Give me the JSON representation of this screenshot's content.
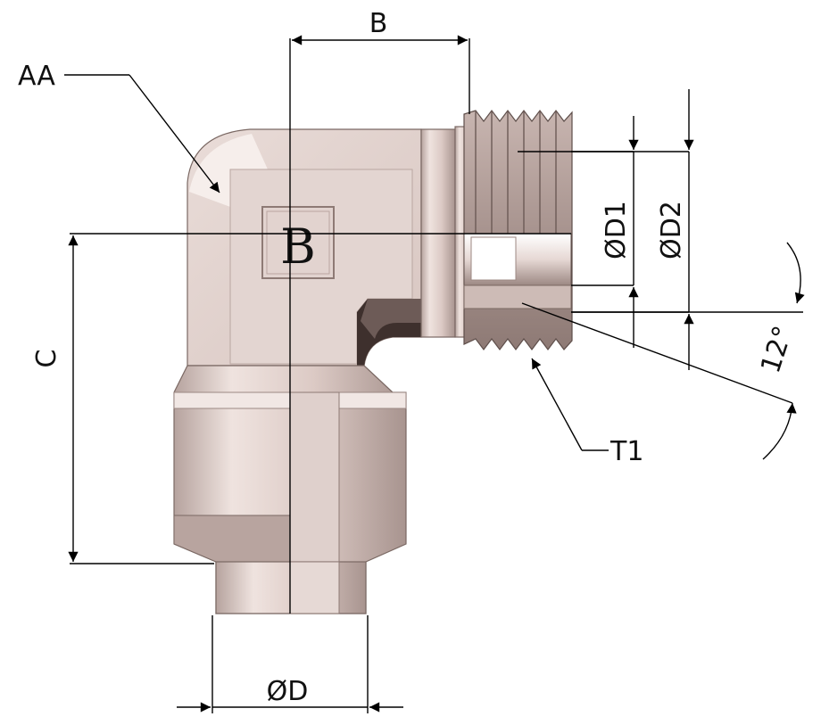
{
  "labels": {
    "aa": "AA",
    "b_top": "B",
    "c": "C",
    "d1": "ØD1",
    "d2": "ØD2",
    "angle": "12°",
    "t1": "T1",
    "d": "ØD"
  },
  "logo": {
    "letter": "B"
  },
  "colors": {
    "metal_light": "#efe3df",
    "metal_mid": "#dccac5",
    "metal_dark": "#a8948f",
    "metal_shadow": "#3e302d",
    "line": "#000000"
  }
}
